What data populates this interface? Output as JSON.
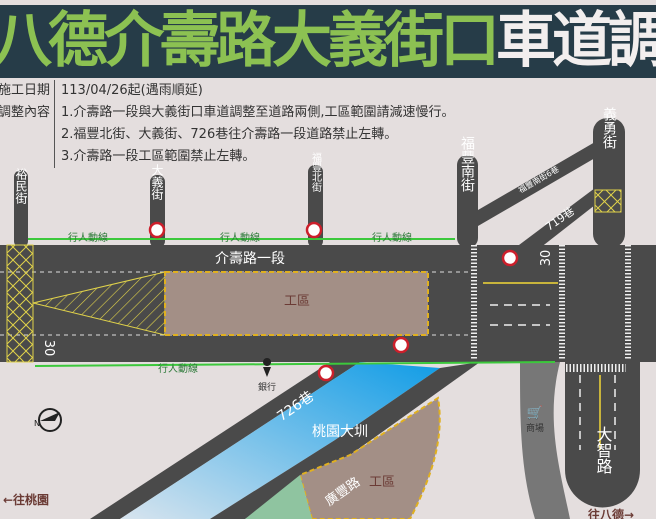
{
  "title": {
    "part1": "八德介壽路大義街口",
    "part2": "車道調整至道路兩側"
  },
  "info": {
    "date_label": "施工日期",
    "date_value": "113/04/26起(遇雨順延)",
    "content_label": "調整內容",
    "items": [
      "1.介壽路一段與大義街口車道調整至道路兩側,工區範圍請減速慢行。",
      "2.福豐北街、大義街、726巷往介壽路一段道路禁止左轉。",
      "3.介壽路一段工區範圍禁止左轉。"
    ]
  },
  "map": {
    "streets": {
      "yumin": "裕民街",
      "dayi": "大義街",
      "fufeng_north": "福豐北街",
      "fufeng_south": "福豐南街",
      "yiyong": "義勇街",
      "fufeng_south_lane6": "福豐南街6巷",
      "lane719": "719巷",
      "main_road": "介壽路一段",
      "lane726": "726巷",
      "guangfeng": "廣豐路",
      "dazhi": "大智路"
    },
    "canal": "桃園大圳",
    "work_zone": "工區",
    "pedestrian_path": "行人動線",
    "speed_limit": "30",
    "poi": {
      "bank": "銀行",
      "mall": "商場"
    },
    "directions": {
      "west": "←往桃園",
      "east": "往八德→"
    },
    "compass": "N",
    "colors": {
      "road": "#4a4a4a",
      "work_zone": "#a38f86",
      "pedestrian": "#3cc83c",
      "canal": "#1da2e6",
      "title_bg": "#263c48",
      "title_green": "#8cc152",
      "no_turn_red": "#cc1f2b"
    }
  }
}
